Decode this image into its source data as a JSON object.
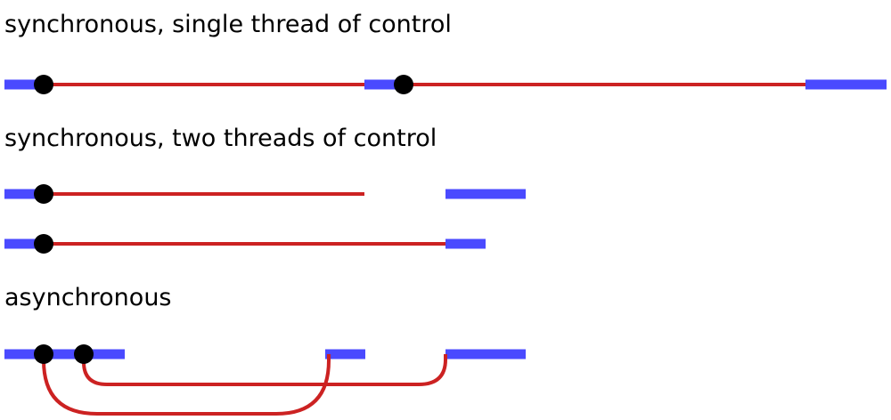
{
  "captions": {
    "sync_single": "synchronous, single thread of control",
    "sync_two": "synchronous, two threads of control",
    "async": "asynchronous"
  },
  "legend_colors": {
    "cpu_work": "#4a4aff",
    "waiting": "#cc2222",
    "request_start": "#000000"
  }
}
